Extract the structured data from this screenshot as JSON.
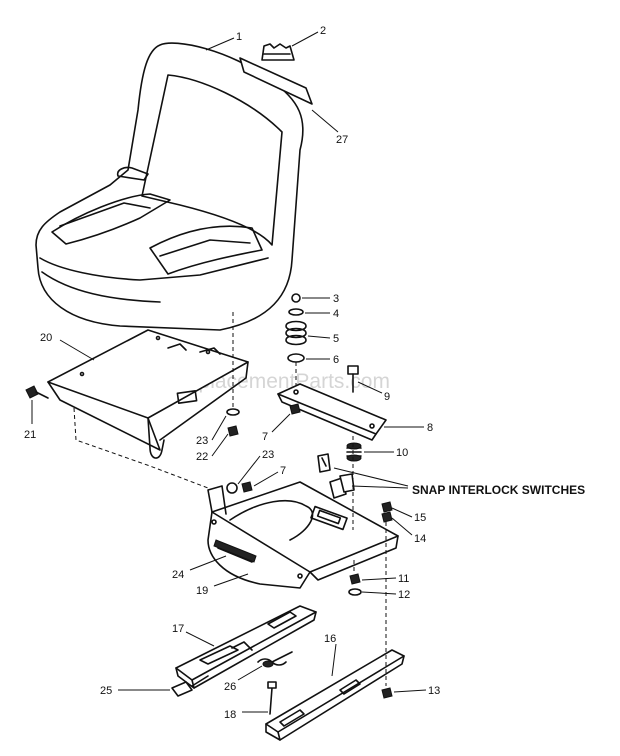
{
  "watermark": "eReplacementParts.com",
  "callout": "SNAP INTERLOCK SWITCHES",
  "part_labels": {
    "p1": "1",
    "p2": "2",
    "p3": "3",
    "p4": "4",
    "p5": "5",
    "p6": "6",
    "p7a": "7",
    "p7b": "7",
    "p8": "8",
    "p9": "9",
    "p10": "10",
    "p11": "11",
    "p12": "12",
    "p13": "13",
    "p14": "14",
    "p15": "15",
    "p16": "16",
    "p17": "17",
    "p18": "18",
    "p19": "19",
    "p20": "20",
    "p21": "21",
    "p22": "22",
    "p23a": "23",
    "p23b": "23",
    "p24": "24",
    "p25": "25",
    "p26": "26",
    "p27": "27"
  }
}
